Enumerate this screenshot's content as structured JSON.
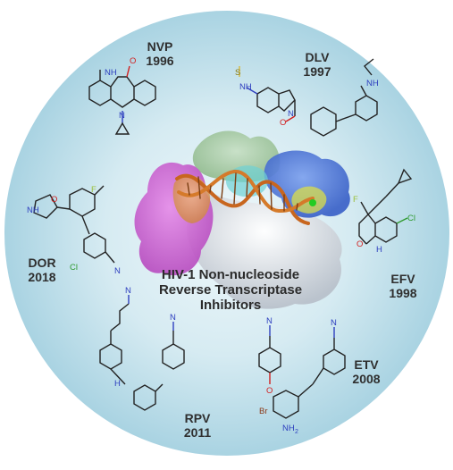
{
  "center": {
    "line1": "HIV-1 Non-nucleoside",
    "line2": "Reverse Transcriptase Inhibitors"
  },
  "drugs": [
    {
      "abbr": "NVP",
      "year": "1996"
    },
    {
      "abbr": "DLV",
      "year": "1997"
    },
    {
      "abbr": "EFV",
      "year": "1998"
    },
    {
      "abbr": "ETV",
      "year": "2008"
    },
    {
      "abbr": "RPV",
      "year": "2011"
    },
    {
      "abbr": "DOR",
      "year": "2018"
    }
  ],
  "atoms": {
    "nh": "NH",
    "n": "N",
    "h": "H",
    "o": "O",
    "s": "S",
    "f": "F",
    "cl": "Cl",
    "br": "Br",
    "nh2": "NH",
    "sub2": "2"
  },
  "colors": {
    "circle_center": "#e3f1f6",
    "circle_edge": "#a9d3e2",
    "nitrogen": "#2e3fbf",
    "oxygen": "#d11f1f",
    "chlorine": "#2e9a2e",
    "bromine": "#8b3a1a",
    "fluorine": "#9bbf3a",
    "bond": "#222222"
  }
}
